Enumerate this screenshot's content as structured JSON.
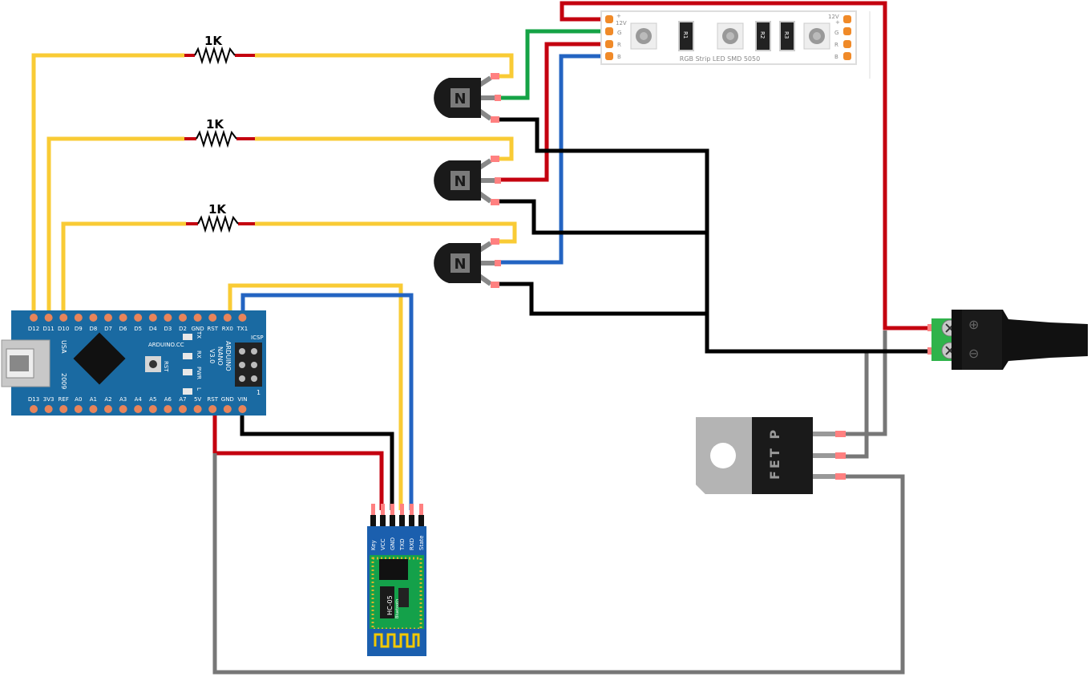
{
  "resistors": [
    {
      "label": "1K"
    },
    {
      "label": "1K"
    },
    {
      "label": "1K"
    }
  ],
  "transistors": [
    {
      "label": "N"
    },
    {
      "label": "N"
    },
    {
      "label": "N"
    }
  ],
  "led_strip": {
    "name": "RGB Strip LED SMD 5050",
    "pins_left": [
      "12V",
      "G",
      "R",
      "B"
    ],
    "pins_right": [
      "12V",
      "G",
      "R",
      "B"
    ],
    "plus_sign": "+",
    "resistor_labels": [
      "R1",
      "R2",
      "R3"
    ]
  },
  "arduino": {
    "top_pins": [
      "D12",
      "D11",
      "D10",
      "D9",
      "D8",
      "D7",
      "D6",
      "D5",
      "D4",
      "D3",
      "D2",
      "GND",
      "RST",
      "RX0",
      "TX1"
    ],
    "bottom_pins": [
      "D13",
      "3V3",
      "REF",
      "A0",
      "A1",
      "A2",
      "A3",
      "A4",
      "A5",
      "A6",
      "A7",
      "5V",
      "RST",
      "GND",
      "VIN"
    ],
    "usa": "USA",
    "year": "2009",
    "brand": "ARDUINO.CC",
    "rst": "RST",
    "leds": [
      "TX",
      "RX",
      "PWR",
      "L"
    ],
    "model": [
      "ARDUINO",
      "NANO",
      "V3.0"
    ],
    "icsp": "ICSP",
    "one": "1"
  },
  "bluetooth": {
    "pins": [
      "Key",
      "VCC",
      "GND",
      "TXD",
      "RXD",
      "State"
    ],
    "model": "HC-05",
    "sub": "Bluetooth"
  },
  "mosfet": {
    "label": "FET P"
  },
  "power_jack": {
    "plus": "⊕",
    "minus": "⊖"
  },
  "colors": {
    "yellow": "#f9cb35",
    "red": "#c4000f",
    "green": "#15a346",
    "blue": "#2364c2",
    "black": "#000000",
    "gray": "#777777",
    "board_blue": "#1a6aa2",
    "bt_blue": "#1b5fae",
    "bt_green": "#14a14a"
  }
}
